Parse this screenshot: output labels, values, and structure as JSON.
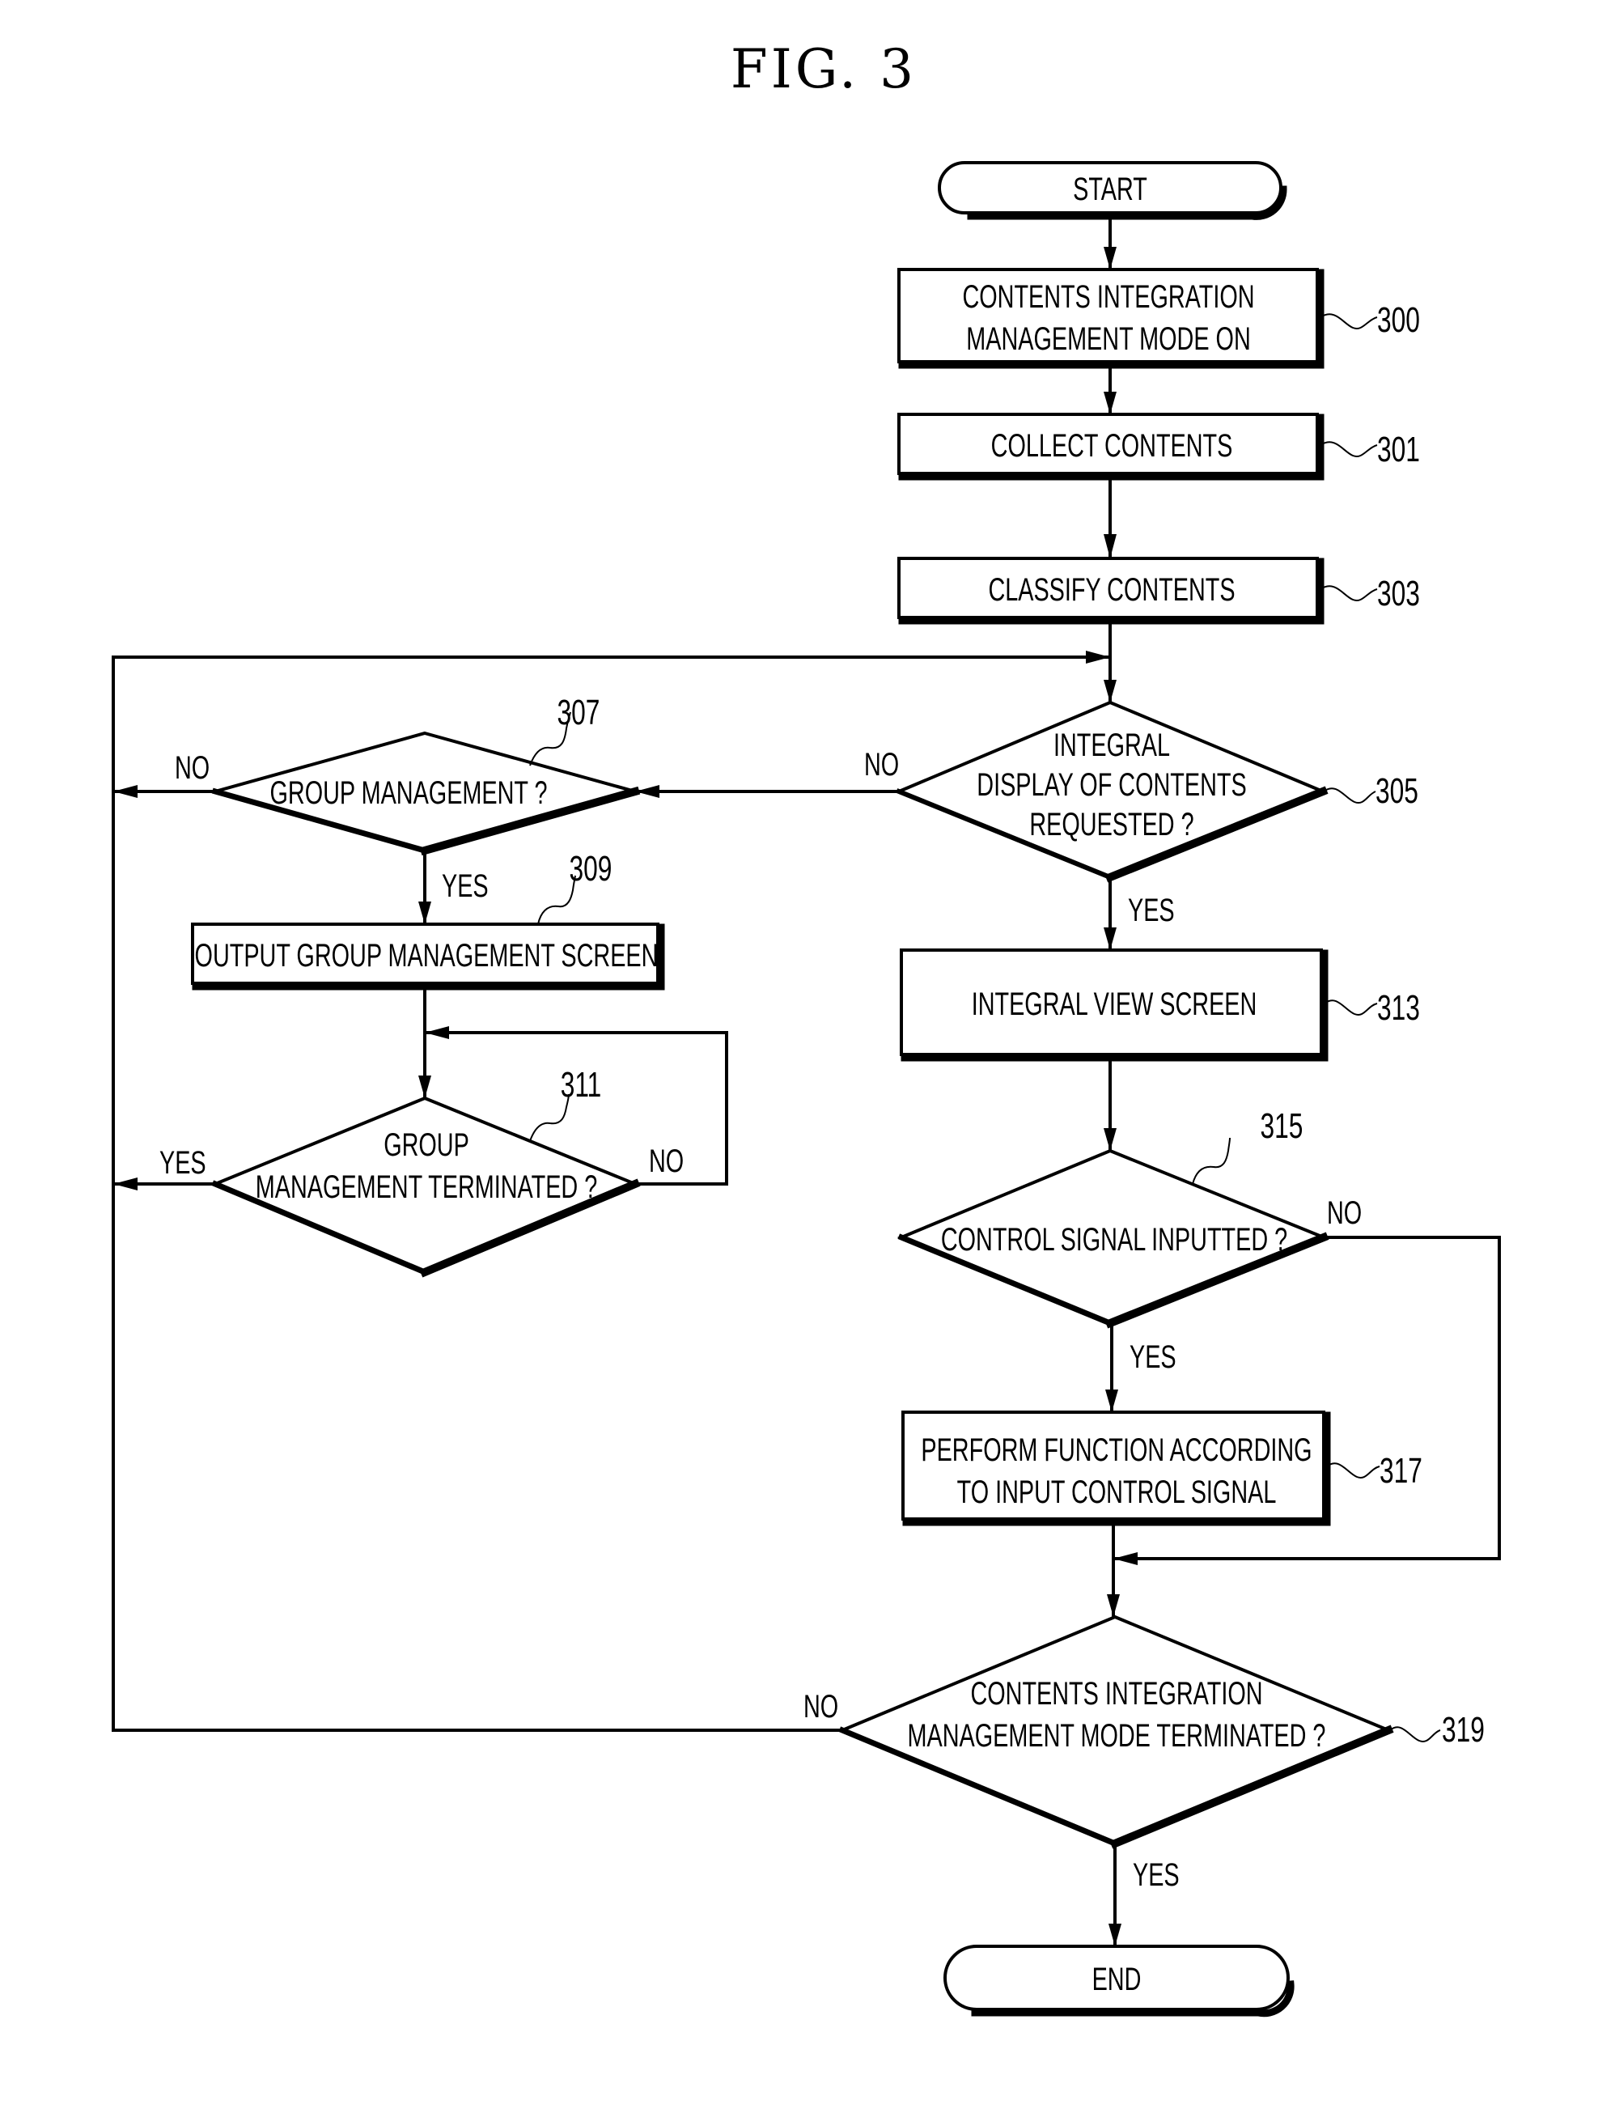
{
  "figure": {
    "title": "FIG. 3"
  },
  "nodes": {
    "start": {
      "type": "terminal",
      "lines": [
        "START"
      ]
    },
    "s300": {
      "type": "process",
      "ref": "300",
      "lines": [
        "CONTENTS INTEGRATION",
        "MANAGEMENT MODE ON"
      ]
    },
    "s301": {
      "type": "process",
      "ref": "301",
      "lines": [
        "COLLECT CONTENTS"
      ]
    },
    "s303": {
      "type": "process",
      "ref": "303",
      "lines": [
        "CLASSIFY CONTENTS"
      ]
    },
    "s305": {
      "type": "decision",
      "ref": "305",
      "lines": [
        "INTEGRAL",
        "DISPLAY OF CONTENTS",
        "REQUESTED ?"
      ]
    },
    "s307": {
      "type": "decision",
      "ref": "307",
      "lines": [
        "GROUP MANAGEMENT ?"
      ]
    },
    "s309": {
      "type": "process",
      "ref": "309",
      "lines": [
        "OUTPUT GROUP MANAGEMENT SCREEN"
      ]
    },
    "s311": {
      "type": "decision",
      "ref": "311",
      "lines": [
        "GROUP",
        "MANAGEMENT TERMINATED ?"
      ]
    },
    "s313": {
      "type": "process",
      "ref": "313",
      "lines": [
        "INTEGRAL VIEW SCREEN"
      ]
    },
    "s315": {
      "type": "decision",
      "ref": "315",
      "lines": [
        "CONTROL SIGNAL INPUTTED ?"
      ]
    },
    "s317": {
      "type": "process",
      "ref": "317",
      "lines": [
        "PERFORM FUNCTION ACCORDING",
        "TO INPUT CONTROL SIGNAL"
      ]
    },
    "s319": {
      "type": "decision",
      "ref": "319",
      "lines": [
        "CONTENTS INTEGRATION",
        "MANAGEMENT MODE TERMINATED ?"
      ]
    },
    "end": {
      "type": "terminal",
      "lines": [
        "END"
      ]
    }
  },
  "edge_labels": {
    "s305_no": "NO",
    "s305_yes": "YES",
    "s307_no": "NO",
    "s307_yes": "YES",
    "s311_yes": "YES",
    "s311_no": "NO",
    "s315_no": "NO",
    "s315_yes": "YES",
    "s319_no": "NO",
    "s319_yes": "YES"
  },
  "edges": [
    {
      "from": "start",
      "to": "s300"
    },
    {
      "from": "s300",
      "to": "s301"
    },
    {
      "from": "s301",
      "to": "s303"
    },
    {
      "from": "s303",
      "to": "s305"
    },
    {
      "from": "s305",
      "to": "s307",
      "label": "NO"
    },
    {
      "from": "s305",
      "to": "s313",
      "label": "YES"
    },
    {
      "from": "s307",
      "to": "s305",
      "label": "NO"
    },
    {
      "from": "s307",
      "to": "s309",
      "label": "YES"
    },
    {
      "from": "s309",
      "to": "s311"
    },
    {
      "from": "s311",
      "to": "s305",
      "label": "YES"
    },
    {
      "from": "s311",
      "to": "s311",
      "label": "NO"
    },
    {
      "from": "s313",
      "to": "s315"
    },
    {
      "from": "s315",
      "to": "s317",
      "label": "YES"
    },
    {
      "from": "s315",
      "to": "s319",
      "label": "NO"
    },
    {
      "from": "s317",
      "to": "s319"
    },
    {
      "from": "s319",
      "to": "s305",
      "label": "NO"
    },
    {
      "from": "s319",
      "to": "end",
      "label": "YES"
    }
  ]
}
